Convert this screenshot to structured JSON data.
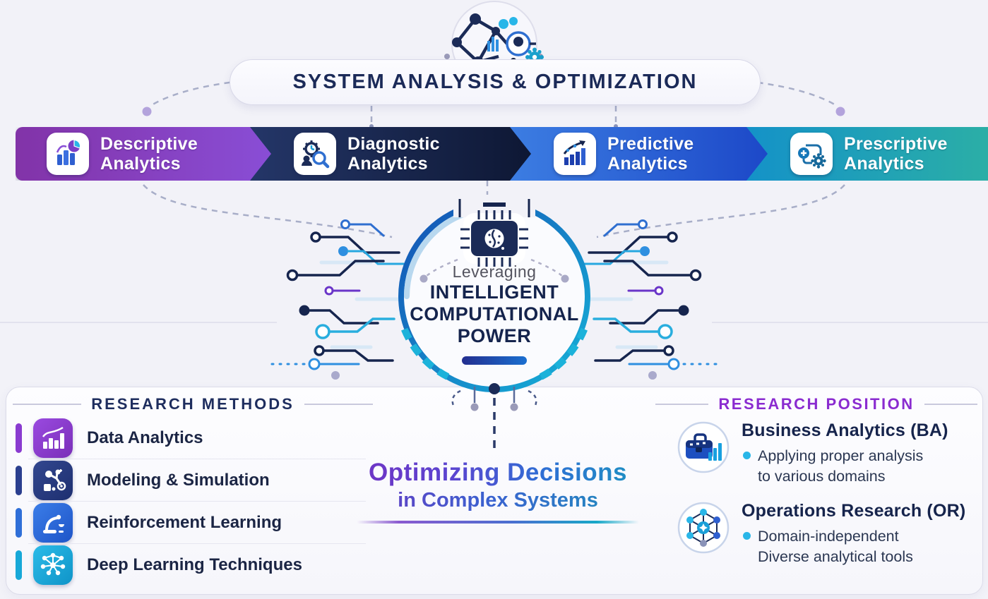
{
  "title_banner": {
    "label": "SYSTEM ANALYSIS & OPTIMIZATION"
  },
  "pipeline": {
    "stages": [
      {
        "line1": "Descriptive",
        "line2": "Analytics",
        "icon": "bar-pie-chart-icon",
        "color_start": "#8233a8",
        "color_end": "#8a50da"
      },
      {
        "line1": "Diagnostic",
        "line2": "Analytics",
        "icon": "gear-magnifier-icon",
        "color_start": "#243668",
        "color_end": "#0c1530"
      },
      {
        "line1": "Predictive",
        "line2": "Analytics",
        "icon": "trend-chart-icon",
        "color_start": "#3c7de2",
        "color_end": "#1a44c6"
      },
      {
        "line1": "Prescriptive",
        "line2": "Analytics",
        "icon": "process-flow-icon",
        "color_start": "#1492c8",
        "color_end": "#2eb2a2"
      }
    ]
  },
  "core": {
    "kicker": "Leveraging",
    "line1": "INTELLIGENT",
    "line2": "COMPUTATIONAL",
    "line3": "POWER",
    "icon": "brain-chip-icon"
  },
  "research_methods": {
    "title": "RESEARCH METHODS",
    "items": [
      {
        "label": "Data Analytics",
        "icon": "bar-chart-icon",
        "color": "#8a3bd0"
      },
      {
        "label": "Modeling & Simulation",
        "icon": "robot-model-icon",
        "color": "#2b3f8f"
      },
      {
        "label": "Reinforcement Learning",
        "icon": "robot-arm-icon",
        "color": "#2f6fd8"
      },
      {
        "label": "Deep Learning Techniques",
        "icon": "neural-network-icon",
        "color": "#17a8d8"
      }
    ]
  },
  "tagline": {
    "line1": "Optimizing Decisions",
    "line2": "in Complex Systems"
  },
  "research_position": {
    "title": "RESEARCH POSITION",
    "accent": "#8a2bd0",
    "items": [
      {
        "title": "Business Analytics (BA)",
        "icon": "briefcase-chart-icon",
        "bullet_line1": "Applying proper analysis",
        "bullet_line2": "to various domains"
      },
      {
        "title": "Operations Research (OR)",
        "icon": "network-graph-icon",
        "bullet_line1": "Domain-independent",
        "bullet_line2": "Diverse analytical tools"
      }
    ]
  }
}
